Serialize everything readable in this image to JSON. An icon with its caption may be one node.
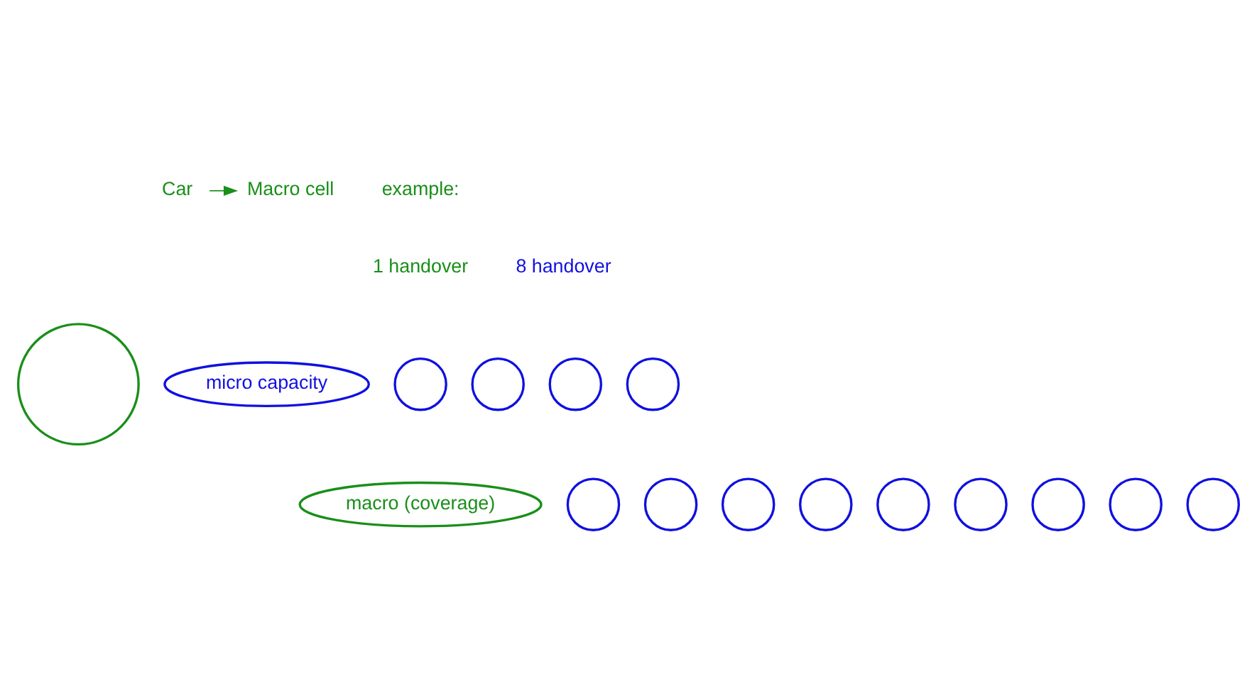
{
  "diagram": {
    "nodes": [
      {
        "text": [
          "Car"
        ]
      },
      {
        "text": [
          "Macro cell"
        ]
      },
      {
        "text": [],
        "shape": "circle"
      },
      {
        "text": [
          "micro capacity"
        ]
      },
      {
        "text": [
          "macro (coverage)"
        ]
      },
      {
        "text": [],
        "shape": "circle"
      },
      {
        "text": [],
        "shape": "circle"
      },
      {
        "text": [],
        "shape": "circle"
      },
      {
        "text": [],
        "shape": "circle"
      },
      {
        "text": [],
        "shape": "circle"
      },
      {
        "text": [],
        "shape": "circle"
      },
      {
        "text": [],
        "shape": "circle"
      },
      {
        "text": [],
        "shape": "circle"
      },
      {
        "text": [],
        "shape": "circle"
      },
      {
        "text": [],
        "shape": "circle"
      },
      {
        "text": [],
        "shape": "circle"
      },
      {
        "text": [],
        "shape": "circle"
      },
      {
        "text": [],
        "shape": "circle"
      }
    ],
    "edges": [
      {
        "from": 0,
        "to": 1,
        "arrow": "to"
      }
    ],
    "labels": [
      "example:",
      "1 handover",
      "8 handover"
    ]
  }
}
